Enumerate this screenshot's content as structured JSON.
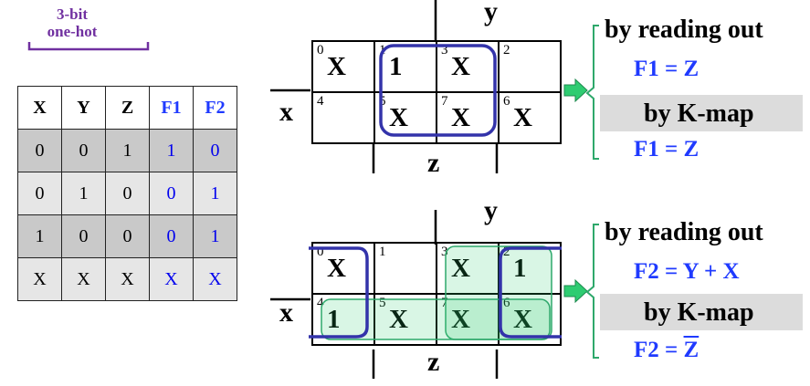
{
  "caption": {
    "line1": "3-bit",
    "line2": "one-hot"
  },
  "truth_table": {
    "headers": [
      "X",
      "Y",
      "Z",
      "F1",
      "F2"
    ],
    "rows": [
      [
        "0",
        "0",
        "1",
        "1",
        "0"
      ],
      [
        "0",
        "1",
        "0",
        "0",
        "1"
      ],
      [
        "1",
        "0",
        "0",
        "0",
        "1"
      ],
      [
        "X",
        "X",
        "X",
        "X",
        "X"
      ]
    ]
  },
  "kmap1": {
    "y_label": "y",
    "x_label": "x",
    "z_label": "z",
    "row0": [
      {
        "idx": "0",
        "val": "X"
      },
      {
        "idx": "1",
        "val": "1"
      },
      {
        "idx": "3",
        "val": "X"
      },
      {
        "idx": "2",
        "val": ""
      }
    ],
    "row1": [
      {
        "idx": "4",
        "val": ""
      },
      {
        "idx": "5",
        "val": "X"
      },
      {
        "idx": "7",
        "val": "X"
      },
      {
        "idx": "6",
        "val": "X"
      }
    ]
  },
  "kmap2": {
    "y_label": "y",
    "x_label": "x",
    "z_label": "z",
    "row0": [
      {
        "idx": "0",
        "val": "X"
      },
      {
        "idx": "1",
        "val": ""
      },
      {
        "idx": "3",
        "val": "X"
      },
      {
        "idx": "2",
        "val": "1"
      }
    ],
    "row1": [
      {
        "idx": "4",
        "val": "1"
      },
      {
        "idx": "5",
        "val": "X"
      },
      {
        "idx": "7",
        "val": "X"
      },
      {
        "idx": "6",
        "val": "X"
      }
    ]
  },
  "result1": {
    "reading_label": "by reading out",
    "reading_eq": "F1 = Z",
    "kmap_label": "by K-map",
    "kmap_eq": "F1 = Z"
  },
  "result2": {
    "reading_label": "by reading out",
    "reading_eq": "F2 = Y + X",
    "kmap_label": "by K-map",
    "kmap_eq_prefix": "F2 = ",
    "kmap_eq_var": "Z"
  },
  "colors": {
    "purple": "#7030a0",
    "blue": "#1f3aff",
    "loop": "#3333aa",
    "green": "#2ea86b",
    "arrow": "#2ecc71"
  }
}
